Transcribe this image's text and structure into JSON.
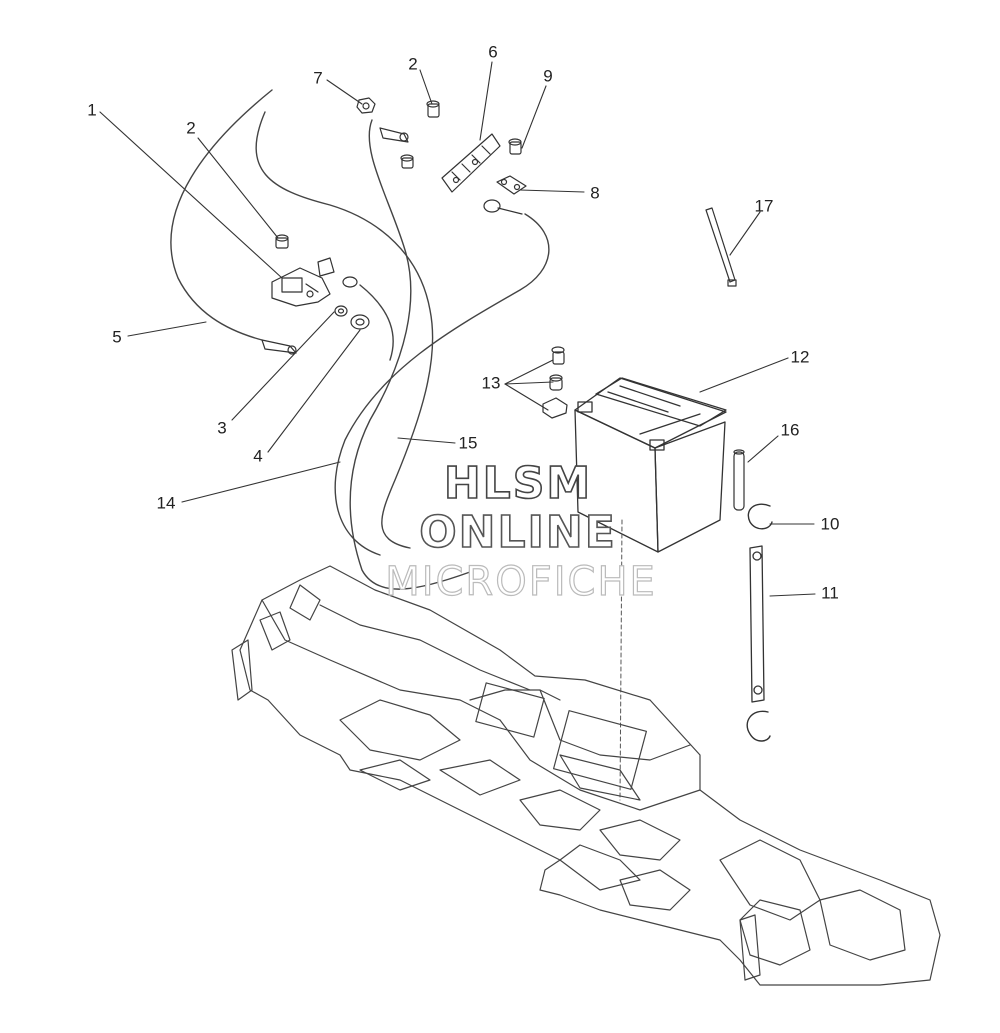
{
  "callouts": [
    {
      "id": "c1",
      "label": "1"
    },
    {
      "id": "c2a",
      "label": "2"
    },
    {
      "id": "c2b",
      "label": "2"
    },
    {
      "id": "c3",
      "label": "3"
    },
    {
      "id": "c4",
      "label": "4"
    },
    {
      "id": "c5",
      "label": "5"
    },
    {
      "id": "c6",
      "label": "6"
    },
    {
      "id": "c7",
      "label": "7"
    },
    {
      "id": "c8",
      "label": "8"
    },
    {
      "id": "c9",
      "label": "9"
    },
    {
      "id": "c10",
      "label": "10"
    },
    {
      "id": "c11",
      "label": "11"
    },
    {
      "id": "c12",
      "label": "12"
    },
    {
      "id": "c13",
      "label": "13"
    },
    {
      "id": "c14",
      "label": "14"
    },
    {
      "id": "c15",
      "label": "15"
    },
    {
      "id": "c16",
      "label": "16"
    },
    {
      "id": "c17",
      "label": "17"
    }
  ],
  "watermark": {
    "line1": "HLSM",
    "line2": "ONLINE",
    "line3": "MICROFICHE"
  }
}
